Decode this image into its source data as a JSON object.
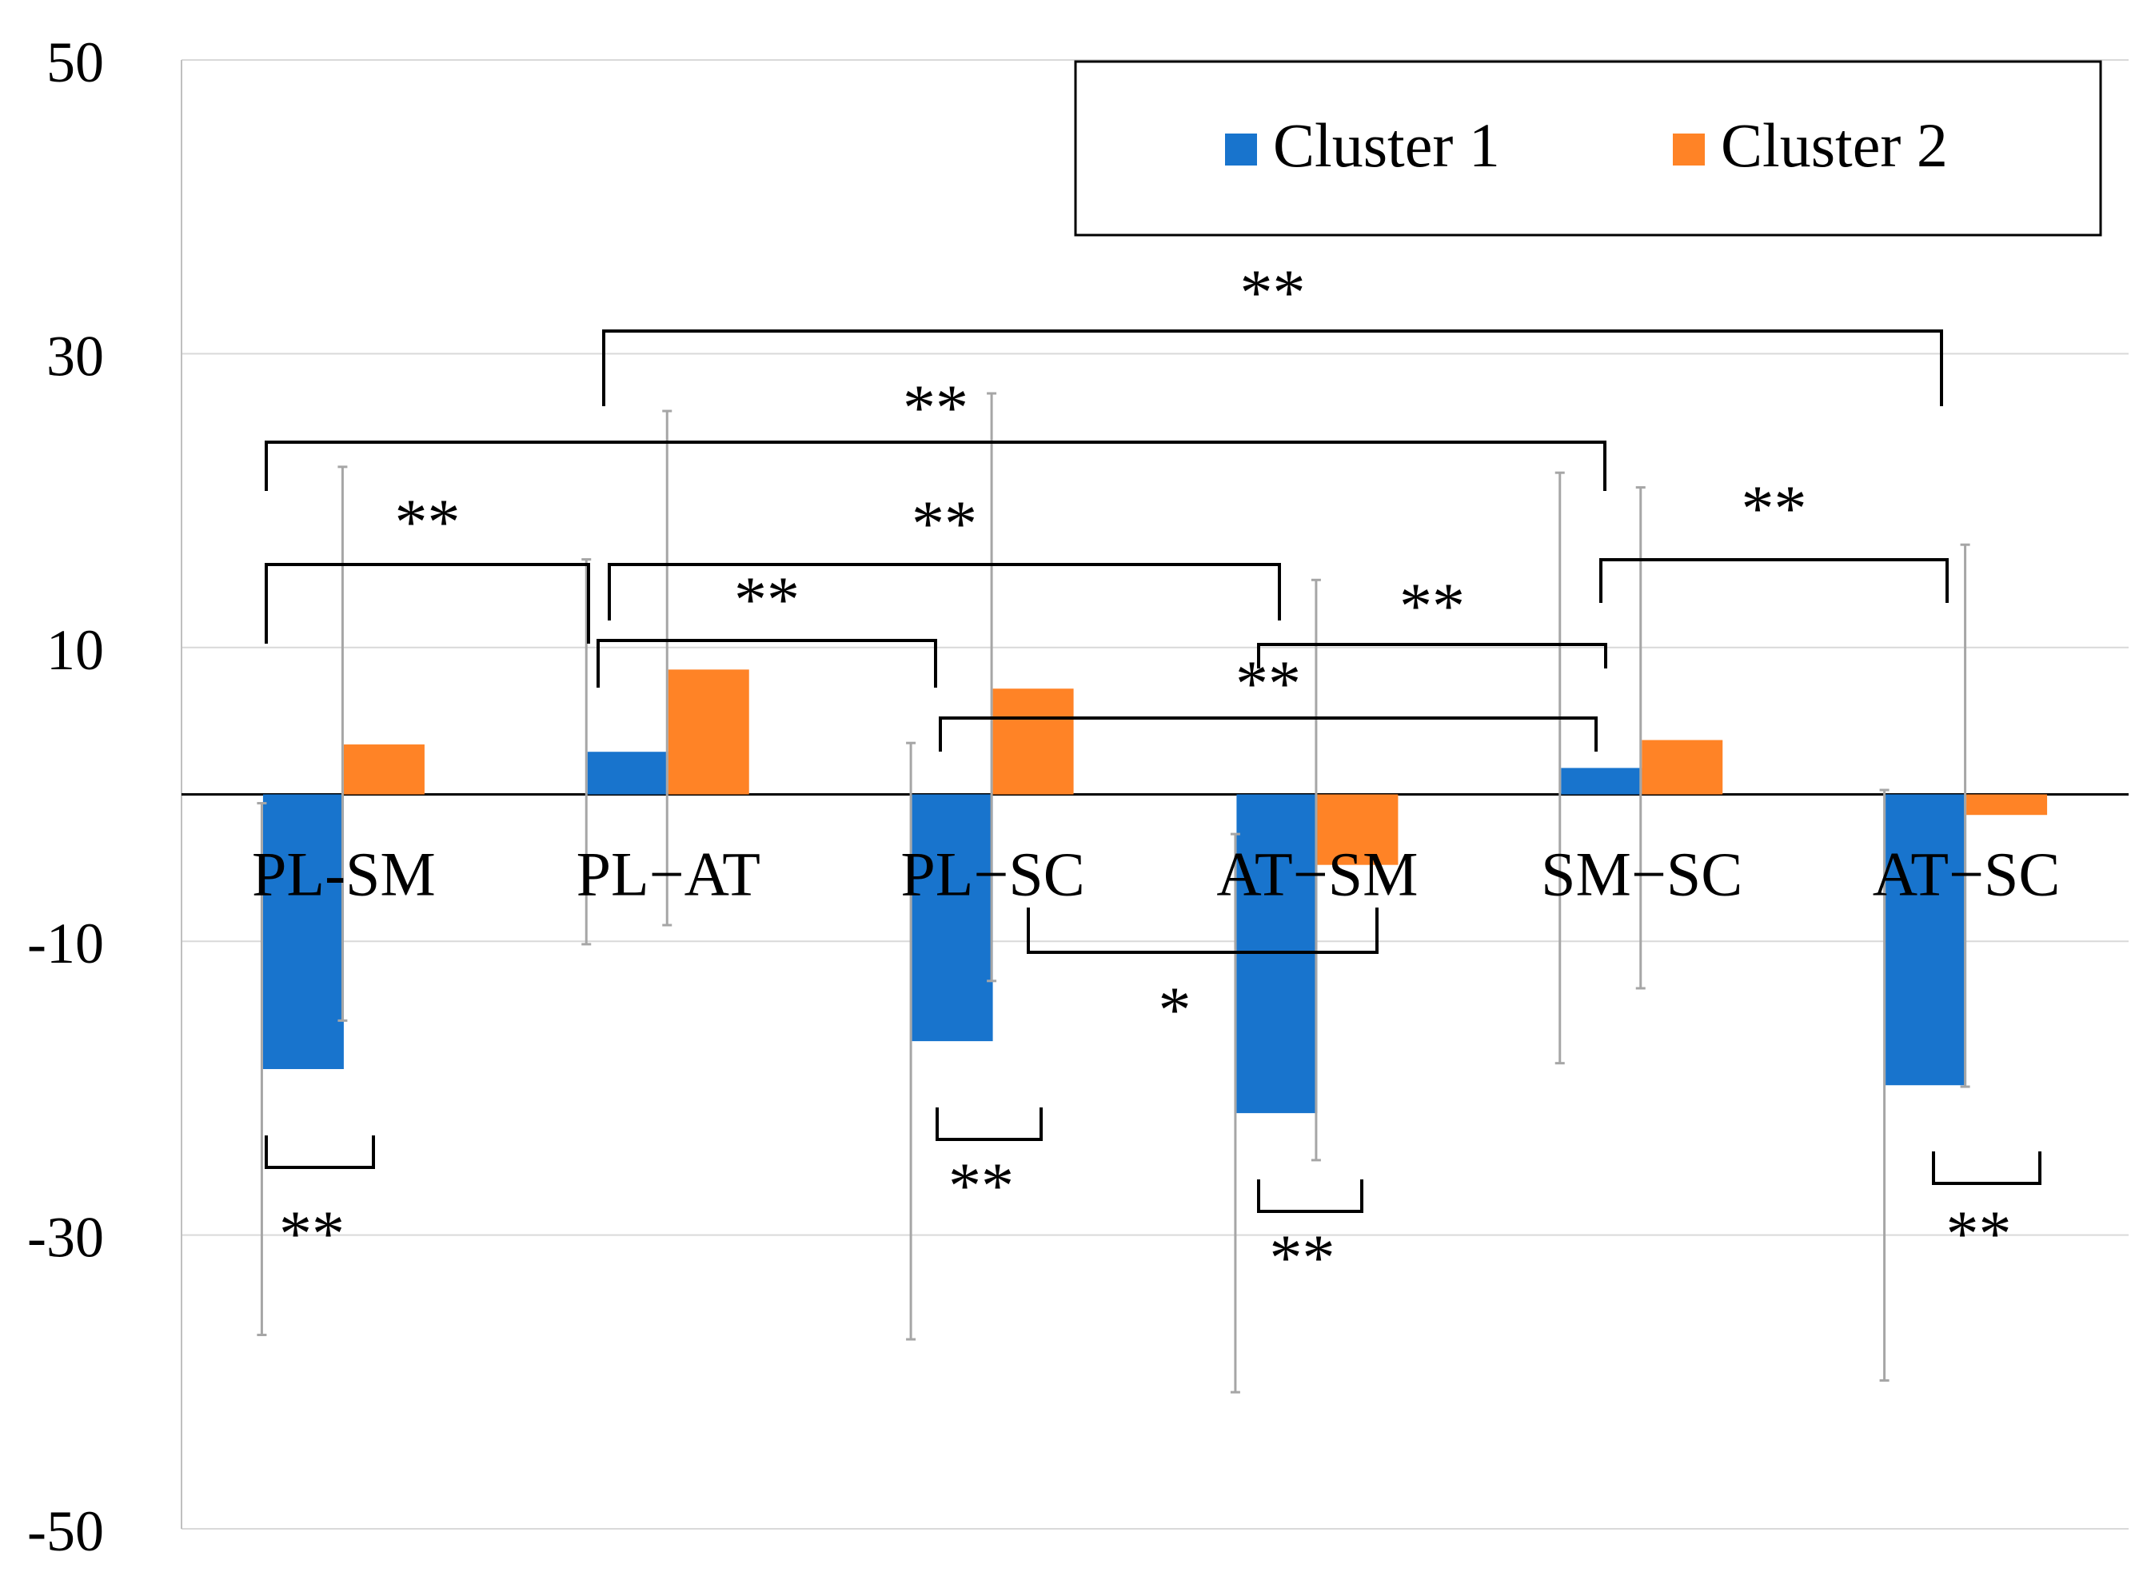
{
  "chart_data": {
    "type": "bar",
    "categories": [
      "PL-SM",
      "PL−AT",
      "PL−SC",
      "AT−SM",
      "SM−SC",
      "AT−SC"
    ],
    "ylim": [
      -50,
      50
    ],
    "yticks": [
      50,
      30,
      10,
      -10,
      -30,
      -50
    ],
    "grid": true,
    "legend": {
      "position": "top-right",
      "bordered": true
    },
    "series": [
      {
        "name": "Cluster 1",
        "color": "#1874CD",
        "values": [
          -18.7,
          2.9,
          -16.8,
          -21.7,
          1.8,
          -19.8
        ],
        "err_low": [
          -36.8,
          -10.2,
          -37.1,
          -40.7,
          -18.3,
          -39.9
        ],
        "err_high": [
          -0.6,
          16.0,
          3.5,
          -2.7,
          21.9,
          0.3
        ]
      },
      {
        "name": "Cluster 2",
        "color": "#FF8326",
        "values": [
          3.4,
          8.5,
          7.2,
          -4.8,
          3.7,
          -1.4
        ],
        "err_low": [
          -15.4,
          -8.9,
          -12.7,
          -24.9,
          -13.2,
          -19.9
        ],
        "err_high": [
          22.3,
          26.1,
          27.3,
          14.6,
          20.9,
          17.0
        ]
      }
    ],
    "significance": [
      {
        "from": "PL-SM",
        "to": "PL−AT",
        "label": "**"
      },
      {
        "from": "PL−AT",
        "to": "PL−SC",
        "label": "**"
      },
      {
        "from": "PL−AT",
        "to": "AT−SM",
        "label": "**"
      },
      {
        "from": "PL-SM",
        "to": "SM−SC",
        "label": "**"
      },
      {
        "from": "PL−AT",
        "to": "AT−SC",
        "label": "**"
      },
      {
        "from": "AT−SM",
        "to": "SM−SC",
        "label": "**"
      },
      {
        "from": "PL−SC",
        "to": "SM−SC",
        "label": "**"
      },
      {
        "from": "SM−SC",
        "to": "AT−SC",
        "label": "**"
      },
      {
        "from": "PL−SC",
        "to": "AT−SM",
        "label": "*"
      },
      {
        "within": "PL-SM",
        "label": "**"
      },
      {
        "within": "PL−SC",
        "label": "**"
      },
      {
        "within": "AT−SM",
        "label": "**"
      },
      {
        "within": "AT−SC",
        "label": "**"
      }
    ]
  }
}
